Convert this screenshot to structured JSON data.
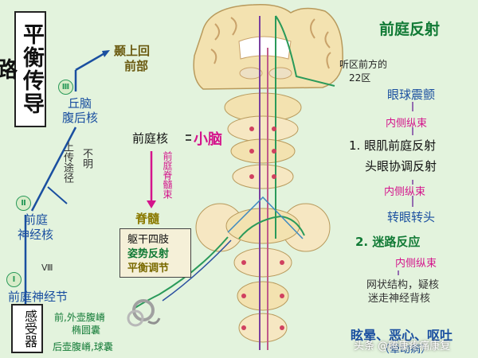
{
  "title": "平衡传导路",
  "right_title": "前庭反射",
  "colors": {
    "background": "#e3f3dd",
    "blue_text": "#1a4fa0",
    "pink_text": "#d4148c",
    "green_text": "#117a35"
  },
  "pathway": {
    "level3_numeral": "Ⅲ",
    "level3_label_1": "丘脑",
    "level3_label_2": "腹后核",
    "level2_numeral": "Ⅱ",
    "level2_label_1": "前庭",
    "level2_label_2": "神经核",
    "level1_numeral": "Ⅰ",
    "level1_label": "前庭神经节",
    "cn8": "Ⅷ",
    "cortex_1": "颞上回",
    "cortex_2": "前部",
    "uncertain_1": "上传途径",
    "uncertain_2": "不明",
    "receptor": "感受器",
    "receptor_note_1": "前,外壶腹嵴",
    "receptor_note_2": "椭圆囊",
    "receptor_note_3": "后壶腹嵴,球囊"
  },
  "center": {
    "vestibular_nucleus": "前庭核",
    "cerebellum": "小脑",
    "vestibulospinal": "前庭脊髓束",
    "spinal_cord": "脊髓",
    "box_line1": "躯干四肢",
    "box_line2": "姿势反射",
    "box_line3": "平衡调节"
  },
  "right": {
    "area_note_1": "听区前方的",
    "area_note_2": "22区",
    "nystagmus": "眼球震颤",
    "mlf_1": "内侧纵束",
    "reflex1_1": "1. 眼肌前庭反射",
    "reflex1_2": "头眼协调反射",
    "mlf_2": "内侧纵束",
    "turn": "转眼转头",
    "reflex2": "2. 迷路反应",
    "mlf_3": "内侧纵束",
    "nuclei_1": "网状结构，疑核",
    "nuclei_2": "迷走神经背核",
    "symptoms": "眩晕、恶心、呕吐",
    "motion": "（晕动病）"
  },
  "watermark": "头条 @腾康疼痛康复"
}
